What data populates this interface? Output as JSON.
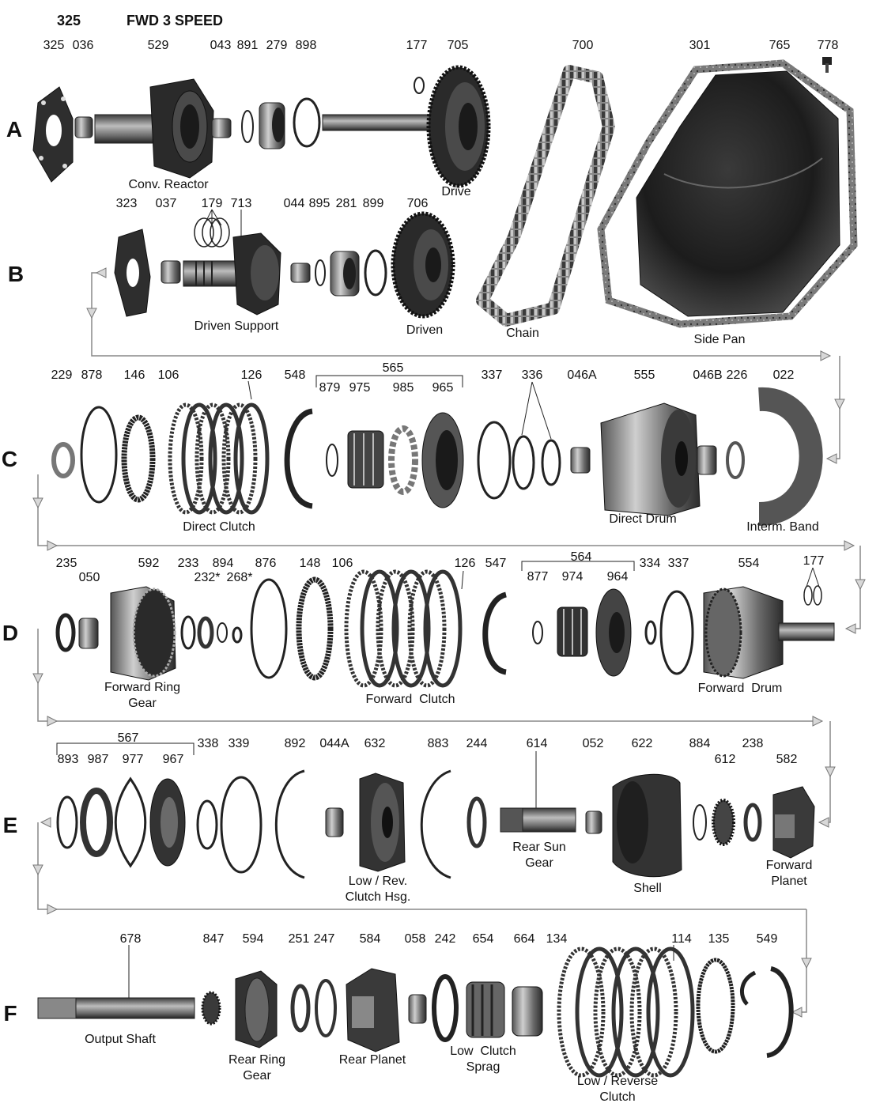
{
  "header": {
    "model": "325",
    "title": "FWD 3 SPEED"
  },
  "rows": [
    "A",
    "B",
    "C",
    "D",
    "E",
    "F"
  ],
  "row_a": {
    "labels": [
      "325",
      "036",
      "529",
      "043",
      "891",
      "279",
      "898",
      "177",
      "705",
      "700",
      "301",
      "765",
      "778"
    ],
    "captions": {
      "conv_reactor": "Conv. Reactor",
      "drive": "Drive"
    }
  },
  "row_b": {
    "labels": [
      "323",
      "037",
      "179",
      "713",
      "044",
      "895",
      "281",
      "899",
      "706"
    ],
    "captions": {
      "driven_support": "Driven Support",
      "driven": "Driven",
      "chain": "Chain",
      "side_pan": "Side Pan"
    }
  },
  "row_c": {
    "labels": [
      "229",
      "878",
      "146",
      "106",
      "126",
      "548",
      "879",
      "975",
      "985",
      "965",
      "337",
      "336",
      "046A",
      "555",
      "046B",
      "226",
      "022"
    ],
    "group": "565",
    "captions": {
      "direct_clutch": "Direct Clutch",
      "direct_drum": "Direct Drum",
      "interm_band": "Interm. Band"
    }
  },
  "row_d": {
    "labels": [
      "235",
      "050",
      "592",
      "233",
      "232*",
      "894",
      "268*",
      "876",
      "148",
      "106",
      "126",
      "547",
      "877",
      "974",
      "964",
      "334",
      "337",
      "554",
      "177"
    ],
    "group": "564",
    "captions": {
      "forward_ring_gear": "Forward Ring\nGear",
      "forward_clutch": "Forward  Clutch",
      "forward_drum": "Forward  Drum"
    }
  },
  "row_e": {
    "labels": [
      "893",
      "987",
      "977",
      "967",
      "338",
      "339",
      "892",
      "044A",
      "632",
      "883",
      "244",
      "614",
      "052",
      "622",
      "884",
      "612",
      "238",
      "582"
    ],
    "group": "567",
    "captions": {
      "low_rev_clutch_hsg": "Low / Rev.\nClutch Hsg.",
      "rear_sun_gear": "Rear Sun\nGear",
      "shell": "Shell",
      "forward_planet": "Forward\nPlanet"
    }
  },
  "row_f": {
    "labels": [
      "678",
      "847",
      "594",
      "251",
      "247",
      "584",
      "058",
      "242",
      "654",
      "664",
      "134",
      "114",
      "135",
      "549"
    ],
    "captions": {
      "output_shaft": "Output Shaft",
      "rear_ring_gear": "Rear Ring\nGear",
      "rear_planet": "Rear Planet",
      "low_clutch_sprag": "Low  Clutch\nSprag",
      "low_reverse_clutch": "Low / Reverse\nClutch"
    }
  },
  "colors": {
    "ink": "#111111",
    "part_dark": "#2b2b2b",
    "part_mid": "#6e6e6e",
    "part_light": "#b5b5b5",
    "flow_line": "#888888",
    "arrow_fill": "#d8d8d8",
    "background": "#ffffff"
  }
}
